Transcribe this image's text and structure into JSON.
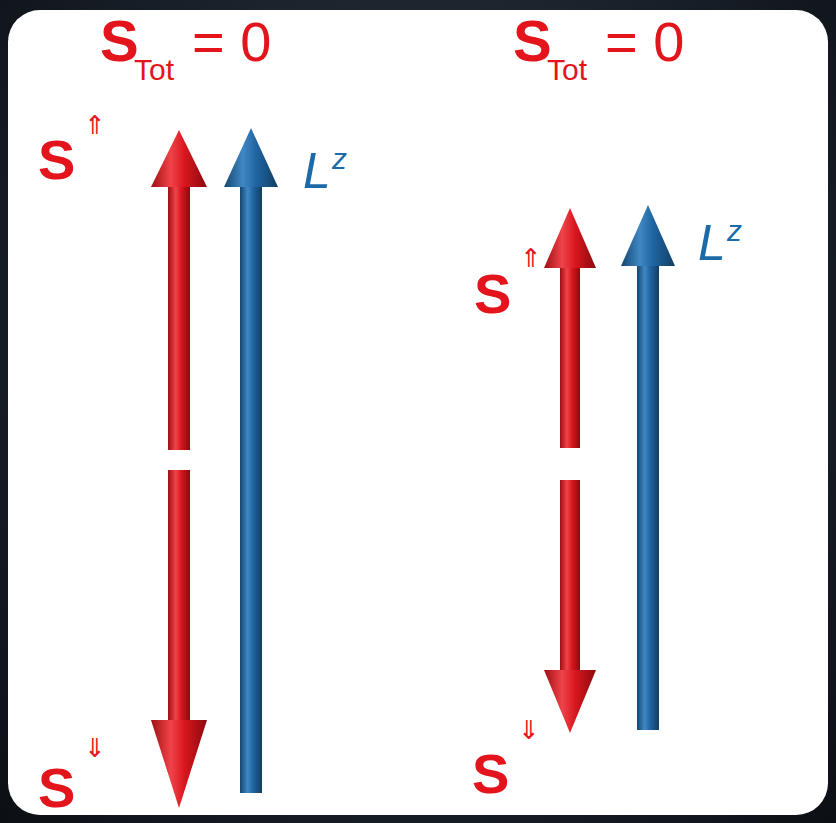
{
  "diagram": {
    "labels": [
      "S",
      "Tot",
      "= 0",
      "S",
      "Tot",
      "= 0",
      "S",
      "⇑",
      "L",
      "z",
      "S",
      "⇓",
      "S",
      "⇑",
      "L",
      "z",
      "S",
      "⇓"
    ]
  }
}
